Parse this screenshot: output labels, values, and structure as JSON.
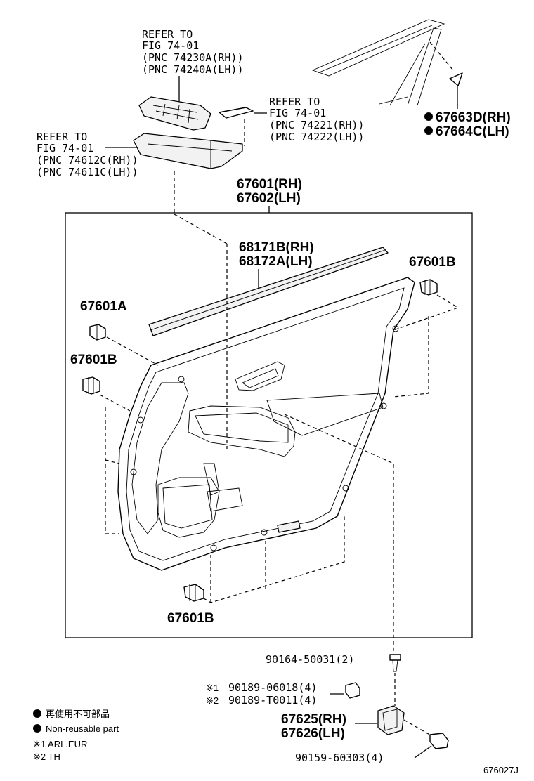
{
  "refs": {
    "upper_bezel": [
      "REFER TO",
      "FIG 74-01",
      "(PNC 74230A(RH))",
      "(PNC 74240A(LH))"
    ],
    "small_cover": [
      "REFER TO",
      "FIG 74-01",
      "(PNC 74221(RH))",
      "(PNC 74222(LH))"
    ],
    "armrest": [
      "REFER TO",
      "FIG 74-01",
      "(PNC 74612C(RH))",
      "(PNC 74611C(LH))"
    ]
  },
  "parts": {
    "corner_clip": [
      "67663D(RH)",
      "67664C(LH)"
    ],
    "trim_board": [
      "67601(RH)",
      "67602(LH)"
    ],
    "weatherstrip": [
      "68171B(RH)",
      "68172A(LH)"
    ],
    "clip_b_top": "67601B",
    "clip_a": "67601A",
    "clip_b_left": "67601B",
    "clip_b_bottom": "67601B",
    "screw": "90164-50031(2)",
    "nut_rows": [
      {
        "mark": "※1",
        "pn": "90189-06018(4)"
      },
      {
        "mark": "※2",
        "pn": "90189-T0011(4)"
      }
    ],
    "bracket": [
      "67625(RH)",
      "67626(LH)"
    ],
    "bolt": "90159-60303(4)"
  },
  "legend": {
    "items": [
      "再使用不可部品",
      "Non-reusable part"
    ],
    "notes": [
      "※1 ARL.EUR",
      "※2 TH"
    ]
  },
  "figure_id": "676027J"
}
